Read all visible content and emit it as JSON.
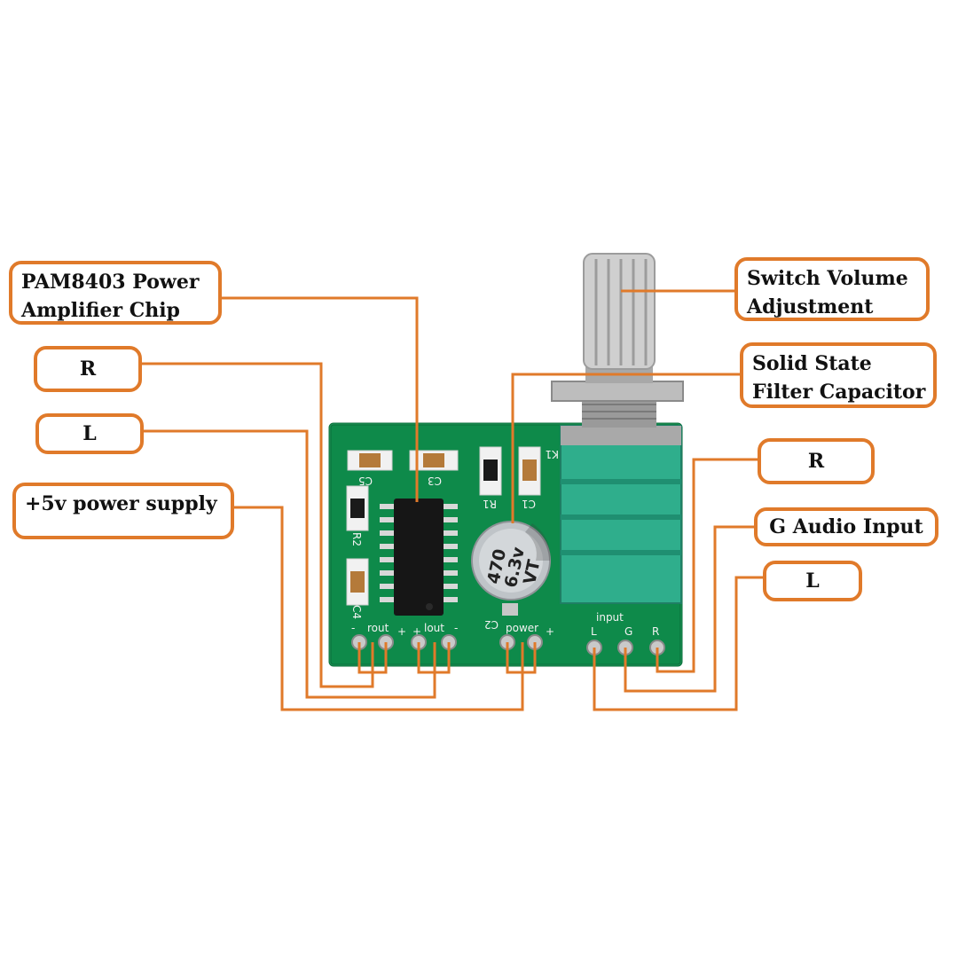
{
  "colors": {
    "leader": "#e07a2a",
    "board": "#0e8a4a",
    "board_edge": "#0b6e3b",
    "pot_body": "#2fae8c",
    "shaft": "#c9c9c9",
    "chip": "#161616",
    "capacitor": "#bfc4c8"
  },
  "callouts": {
    "chip": {
      "line1": "PAM8403 Power",
      "line2": "Amplifier Chip"
    },
    "left_r": {
      "label": "R"
    },
    "left_l": {
      "label": "L"
    },
    "power_supply": {
      "label": "+5v power supply"
    },
    "volume": {
      "line1": "Switch Volume",
      "line2": "Adjustment"
    },
    "capacitor": {
      "line1": "Solid State",
      "line2": "Filter Capacitor"
    },
    "right_r": {
      "label": "R"
    },
    "audio_input": {
      "label": "G Audio Input"
    },
    "right_l": {
      "label": "L"
    }
  },
  "board": {
    "c5": "C5",
    "c3": "C3",
    "r1": "R1",
    "c1": "C1",
    "k1": "K1",
    "r2": "R2",
    "c4": "C4",
    "c2": "C2",
    "rout": "rout",
    "lout": "lout",
    "power": "power",
    "input": "input",
    "minus": "-",
    "plus": "+",
    "in_l": "L",
    "in_g": "G",
    "in_r": "R",
    "cap_line1": "470",
    "cap_line2": "6.3v",
    "cap_line3": "VT"
  }
}
